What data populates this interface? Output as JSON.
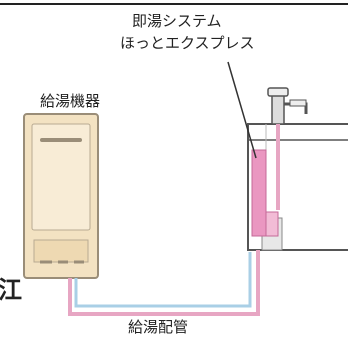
{
  "labels": {
    "system_line1": "即湯システム",
    "system_line2": "ほっとエクスプレス",
    "heater": "給湯機器",
    "piping": "給湯配管",
    "edge_char": "江"
  },
  "icons": {
    "water_heater": "water-heater-icon",
    "faucet": "faucet-icon",
    "sink_counter": "sink-cabinet-icon",
    "hot_express_unit": "hot-water-unit-icon"
  },
  "colors": {
    "hot_pipe": "#e7a6c3",
    "cold_pipe": "#a9cfe6",
    "heater_body": "#f3e2c2",
    "heater_outline": "#9a8d78",
    "unit_fill": "#ea97c1",
    "line": "#555555"
  }
}
